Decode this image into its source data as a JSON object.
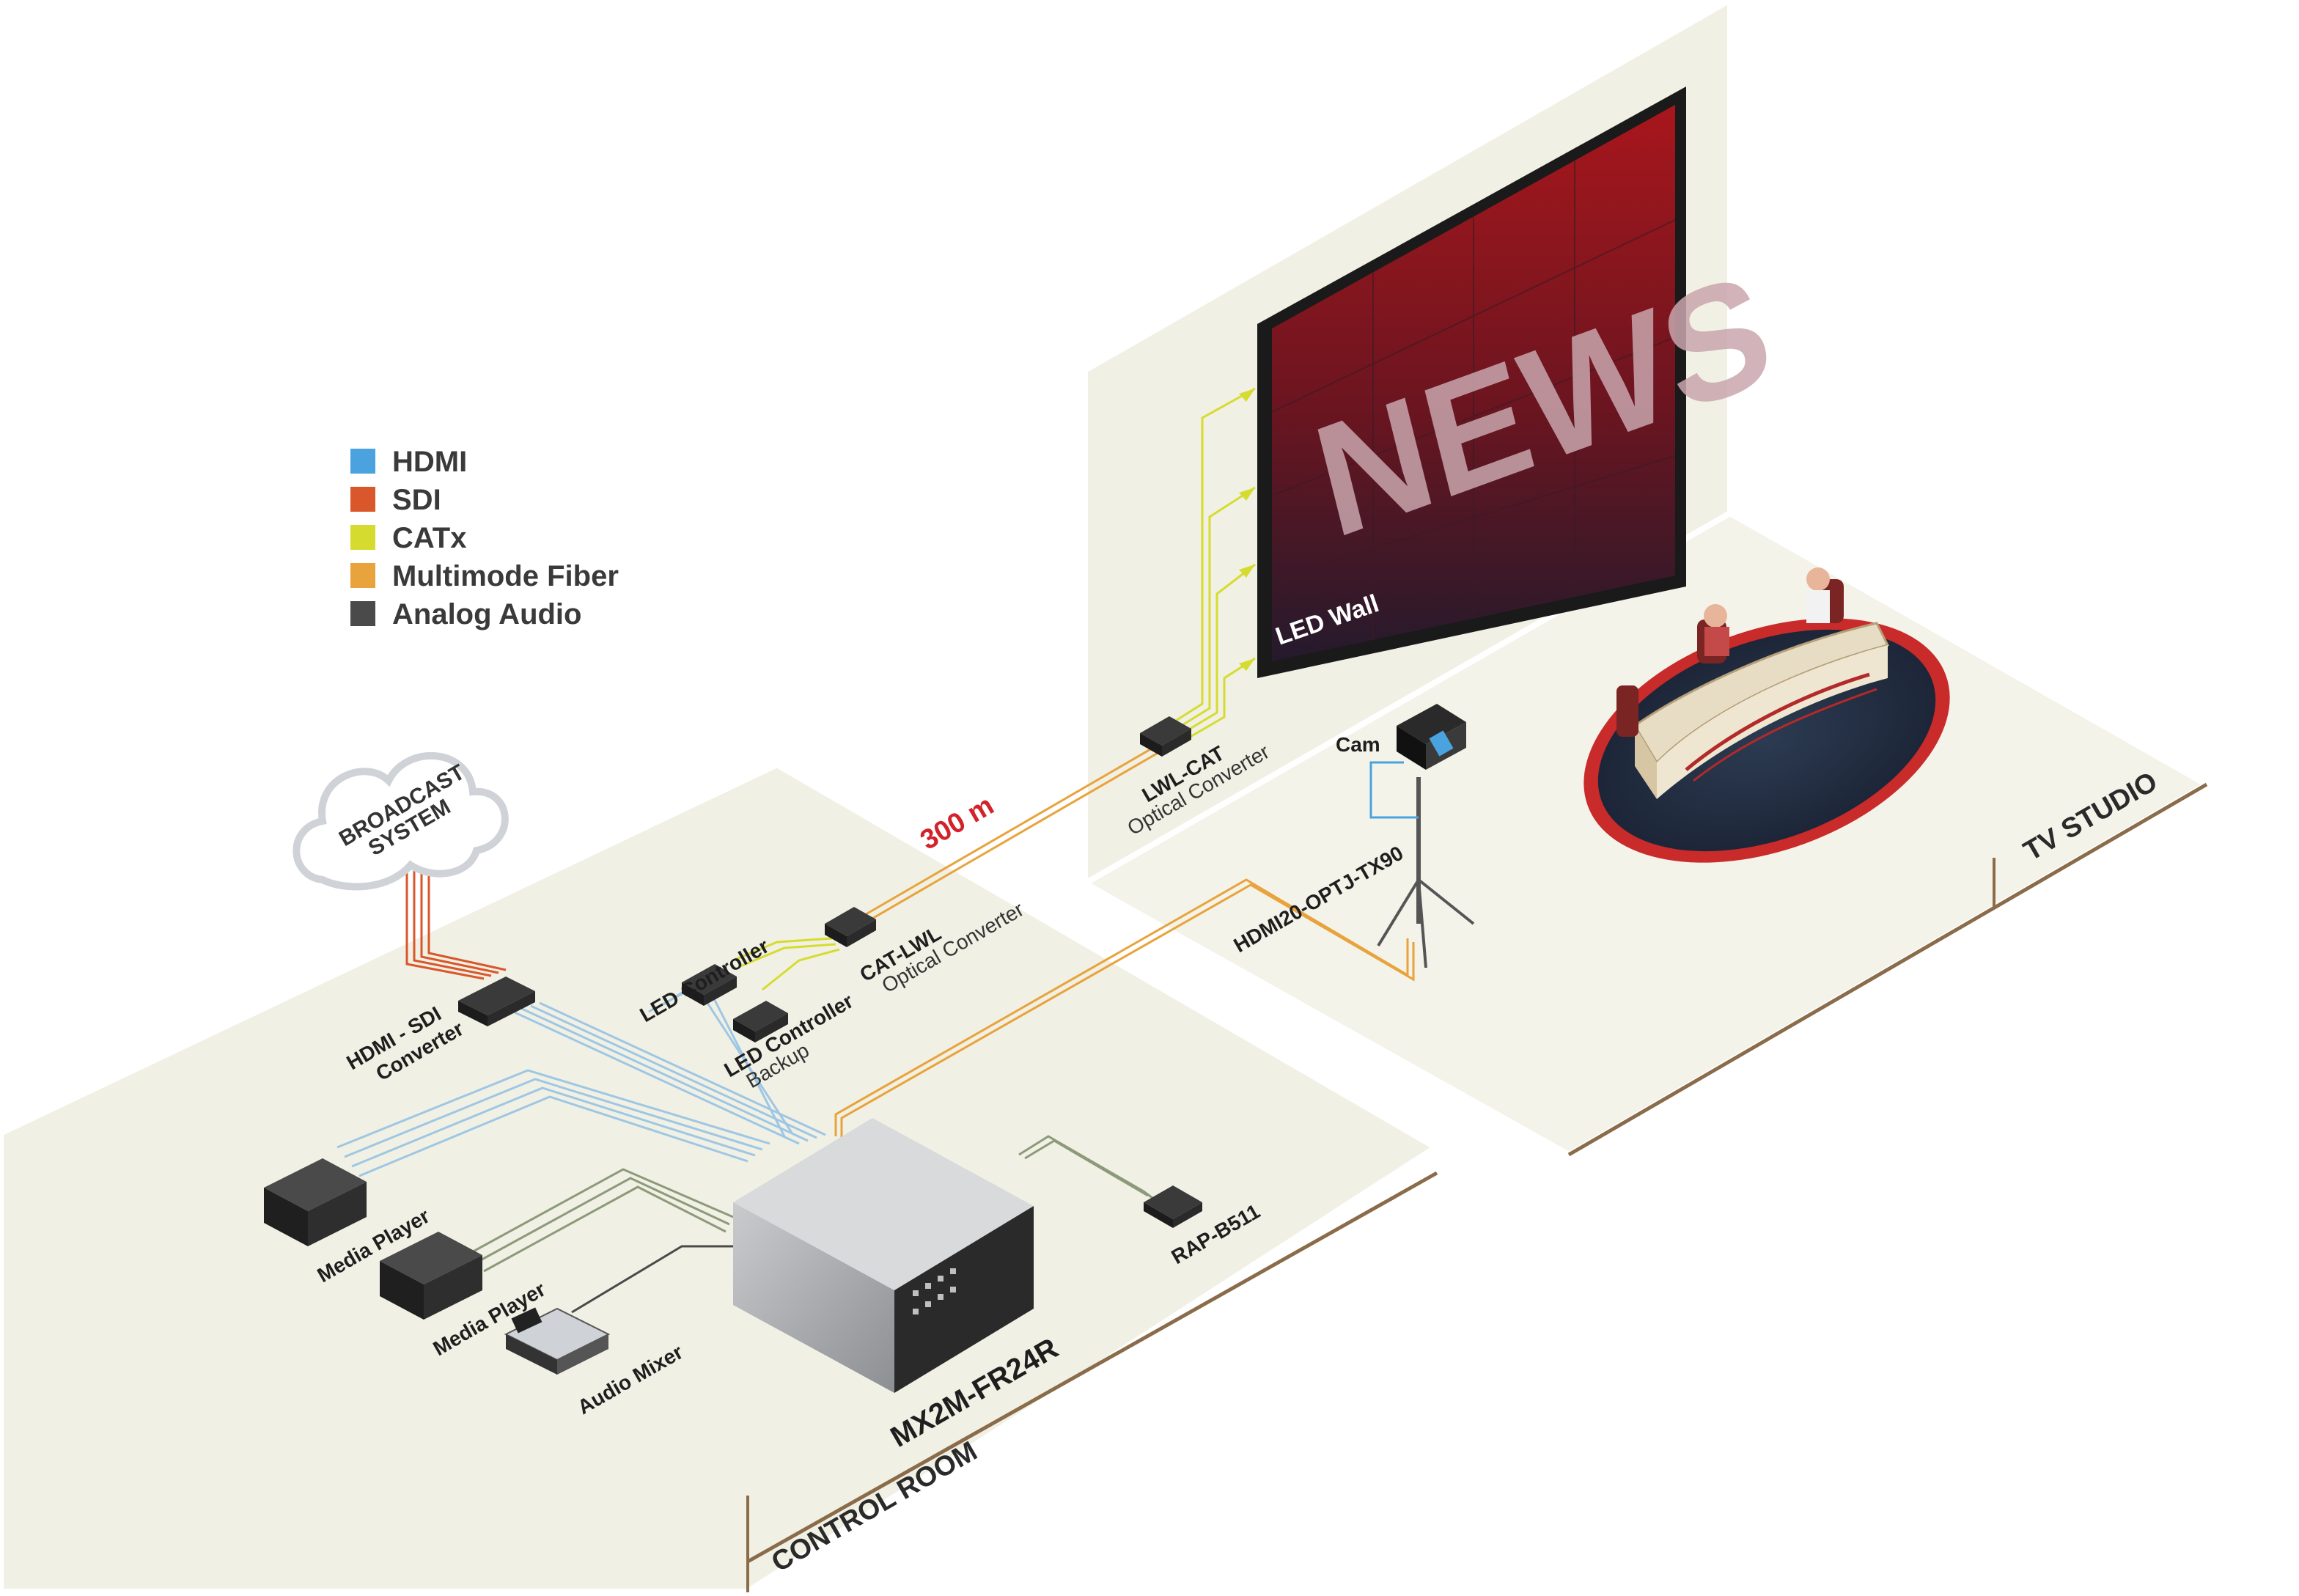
{
  "legend": {
    "items": [
      {
        "label": "HDMI",
        "color": "#4aa3df"
      },
      {
        "label": "SDI",
        "color": "#d9572b"
      },
      {
        "label": "CATx",
        "color": "#d6dc2f"
      },
      {
        "label": "Multimode Fiber",
        "color": "#e8a33c"
      },
      {
        "label": "Analog Audio",
        "color": "#4a4a4a"
      }
    ]
  },
  "cloud": {
    "line1": "BROADCAST",
    "line2": "SYSTEM"
  },
  "devices": {
    "hdmi_sdi": {
      "line1": "HDMI - SDI",
      "line2": "Converter"
    },
    "led_controller": "LED Controller",
    "led_controller_backup": {
      "line1": "LED Controller",
      "line2": "Backup"
    },
    "cat_lwl": {
      "line1": "CAT-LWL",
      "line2": "Optical Converter"
    },
    "lwl_cat": {
      "line1": "LWL-CAT",
      "line2": "Optical Converter"
    },
    "media_player_1": "Media Player",
    "media_player_2": "Media Player",
    "audio_mixer": "Audio Mixer",
    "matrix": "MX2M-FR24R",
    "rap": "RAP-B511",
    "cam": "Cam",
    "hdmi20": "HDMI20-OPTJ-TX90"
  },
  "distance": "300 m",
  "led_wall": {
    "headline": "NEWS",
    "label": "LED Wall"
  },
  "rooms": {
    "control": "CONTROL ROOM",
    "studio": "TV STUDIO"
  },
  "colors": {
    "floor": "#f1f0e4",
    "hdmi": "#9ec7e4",
    "sdi": "#d9572b",
    "catx": "#d6dc2f",
    "fiber": "#e8a33c",
    "audio": "#8c9a7a",
    "accent_red": "#d2232a"
  }
}
